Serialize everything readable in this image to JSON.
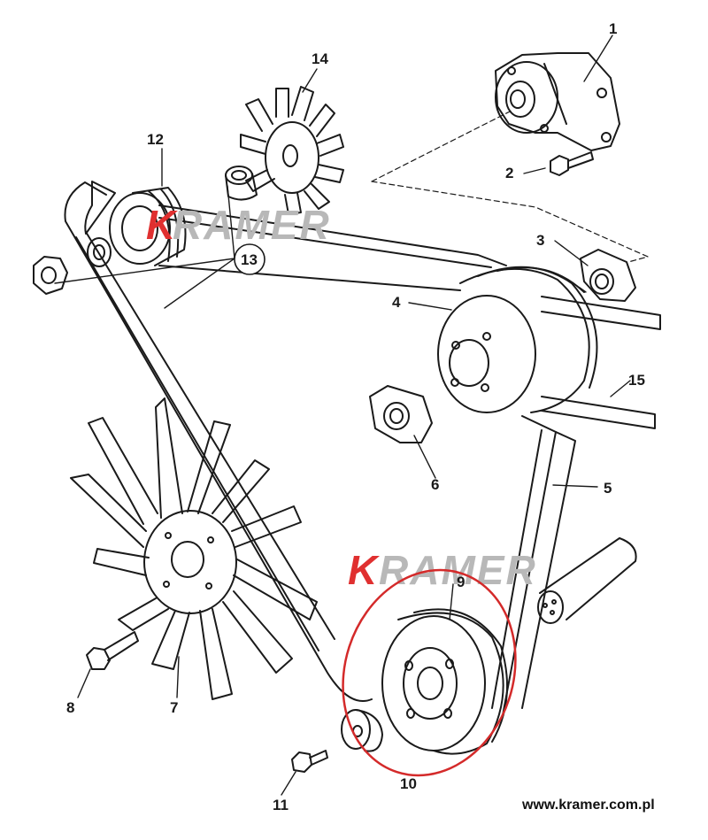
{
  "watermark": {
    "text": "KRAMER",
    "k_color": "#e03030",
    "rest_color": "#b8b8b8"
  },
  "website": "www.kramer.com.pl",
  "highlight_color": "#d42a2a",
  "callouts": [
    {
      "id": "1",
      "label": "1"
    },
    {
      "id": "2",
      "label": "2"
    },
    {
      "id": "3",
      "label": "3"
    },
    {
      "id": "4",
      "label": "4"
    },
    {
      "id": "5",
      "label": "5"
    },
    {
      "id": "6",
      "label": "6"
    },
    {
      "id": "7",
      "label": "7"
    },
    {
      "id": "8",
      "label": "8"
    },
    {
      "id": "9",
      "label": "9"
    },
    {
      "id": "10",
      "label": "10"
    },
    {
      "id": "11",
      "label": "11"
    },
    {
      "id": "12",
      "label": "12"
    },
    {
      "id": "13",
      "label": "13"
    },
    {
      "id": "14",
      "label": "14"
    },
    {
      "id": "15",
      "label": "15"
    }
  ]
}
